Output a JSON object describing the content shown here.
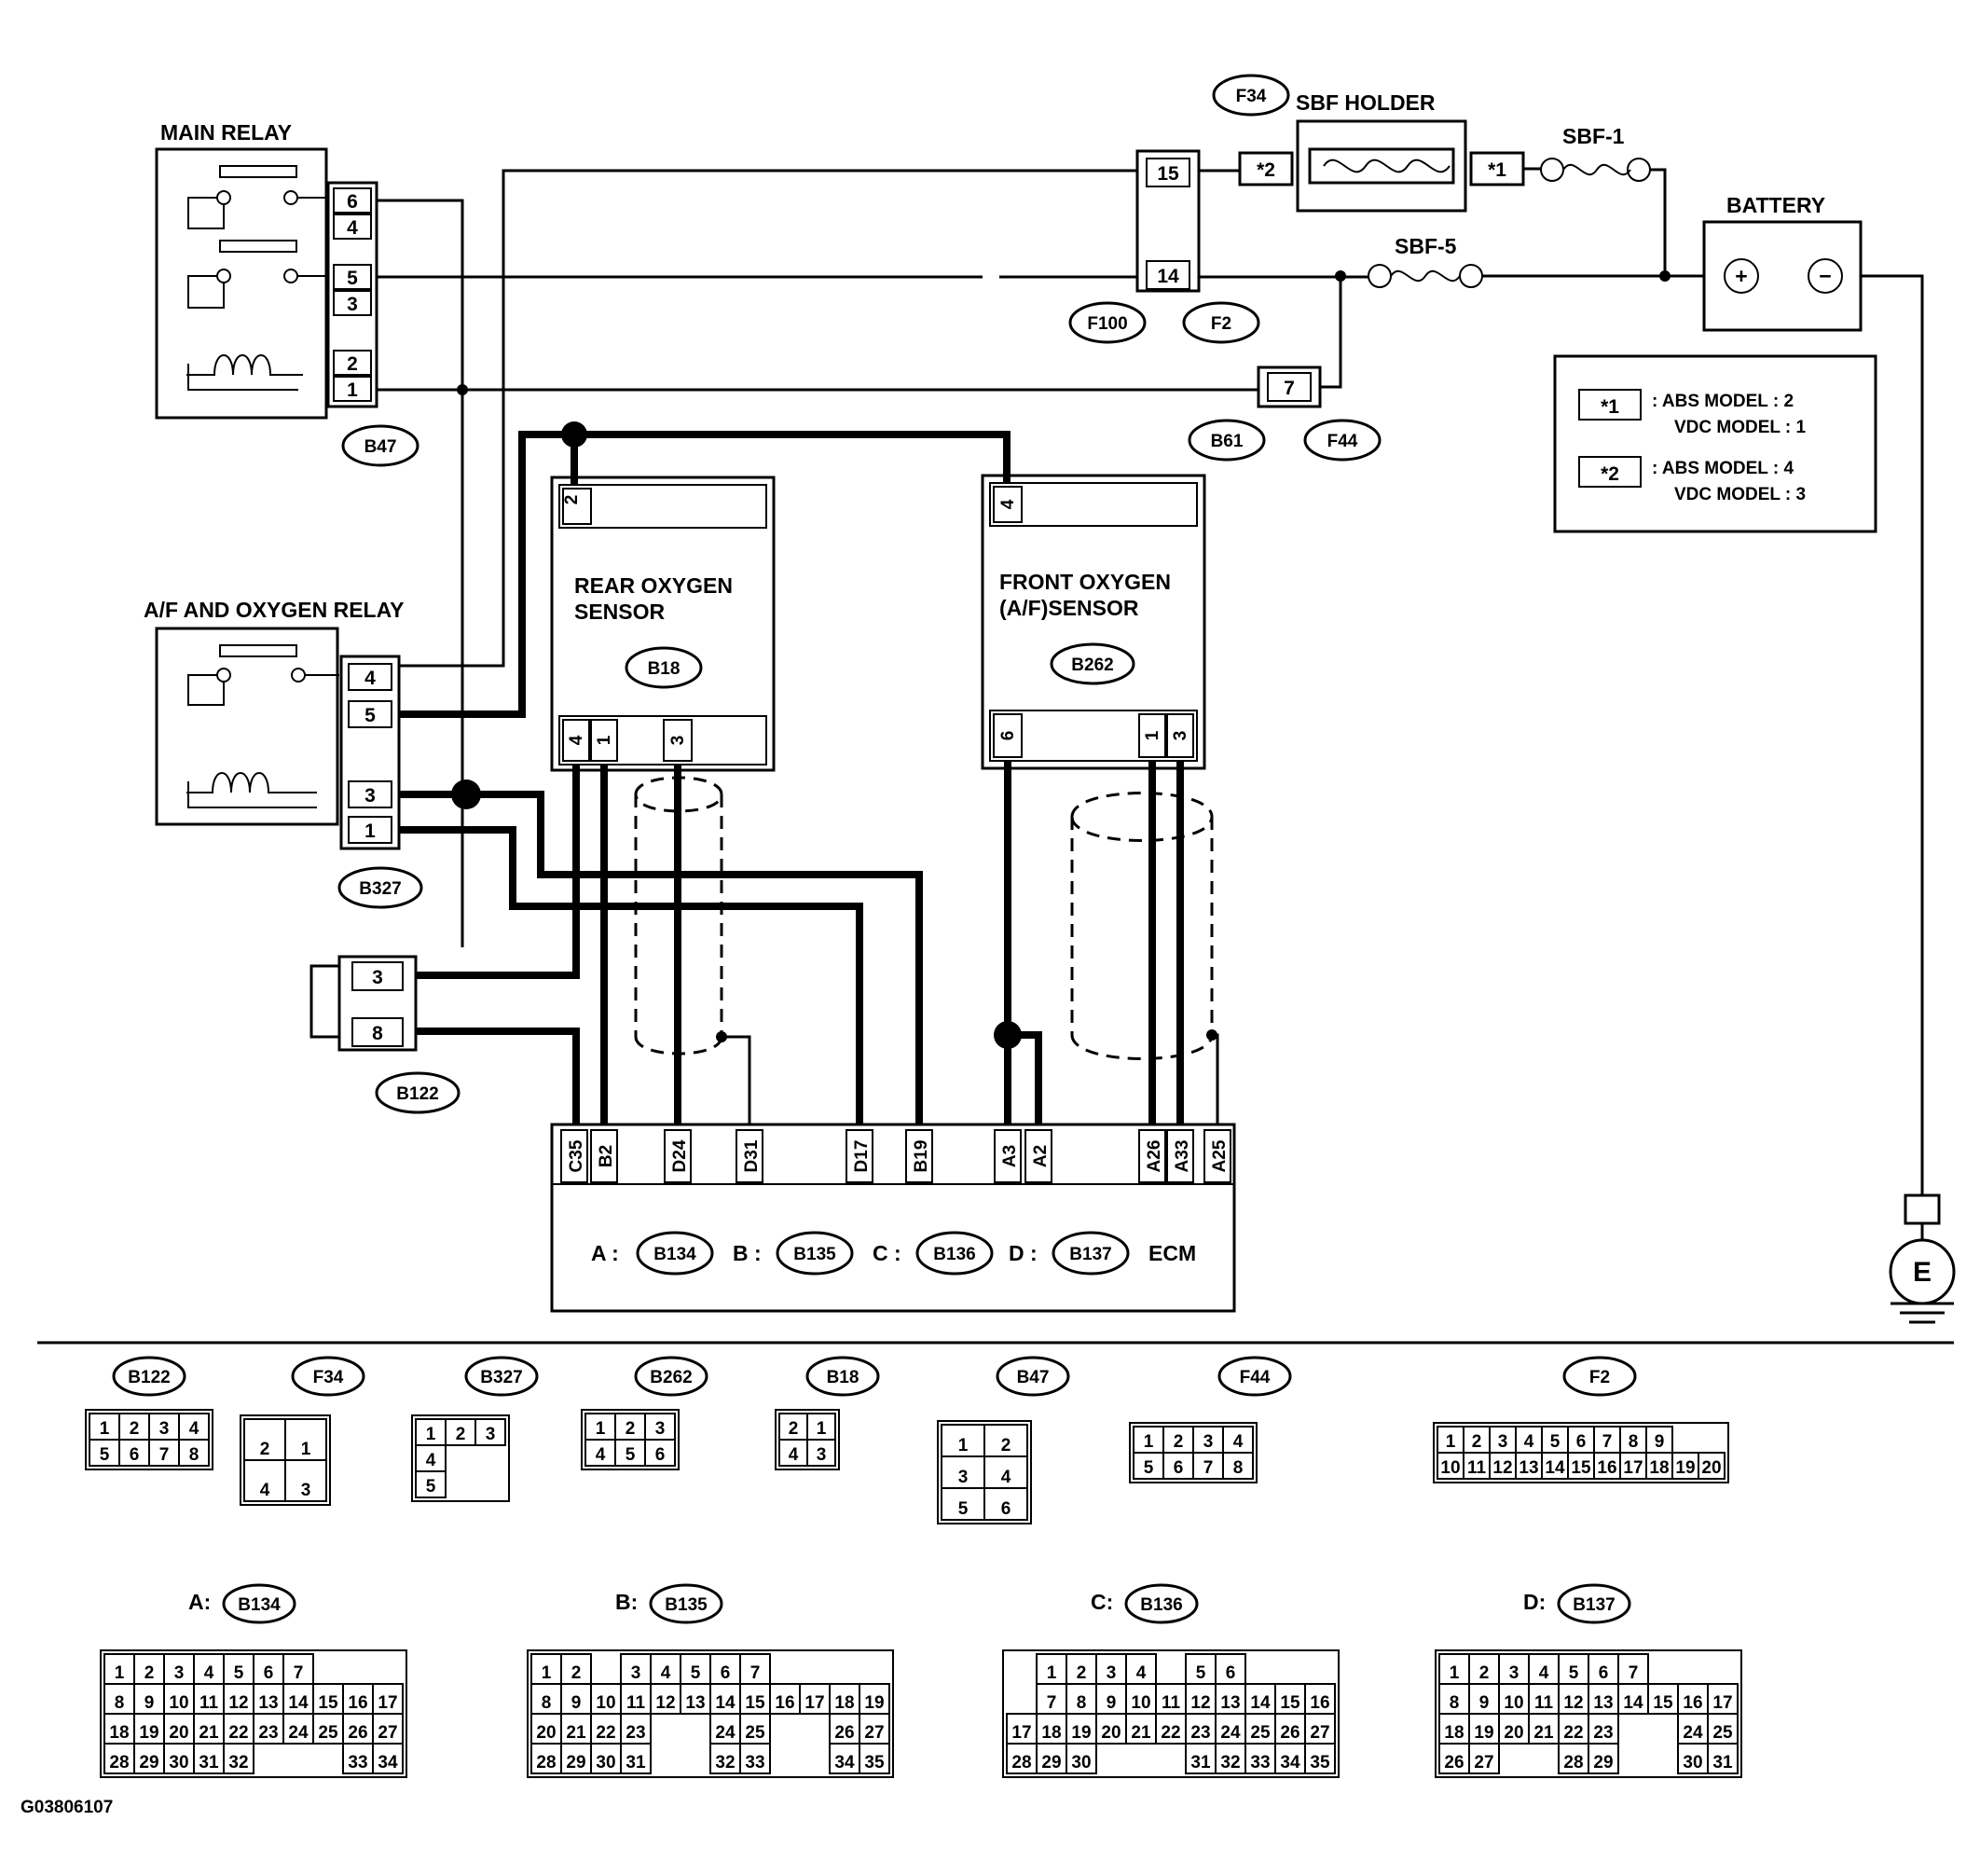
{
  "labels": {
    "main_relay": "MAIN RELAY",
    "af_oxygen_relay": "A/F AND OXYGEN RELAY",
    "sbf_holder": "SBF HOLDER",
    "sbf1": "SBF-1",
    "sbf5": "SBF-5",
    "battery": "BATTERY",
    "rear_o2_l1": "REAR OXYGEN",
    "rear_o2_l2": "SENSOR",
    "front_o2_l1": "FRONT OXYGEN",
    "front_o2_l2": "(A/F)SENSOR",
    "ecm": "ECM",
    "ground": "E",
    "plus": "+",
    "minus": "−",
    "image_code": "G03806107"
  },
  "legend": {
    "star1": "*1",
    "star1_line1": ": ABS MODEL : 2",
    "star1_line2": "VDC MODEL : 1",
    "star2": "*2",
    "star2_line1": ": ABS MODEL : 4",
    "star2_line2": "VDC MODEL : 3"
  },
  "connectors": {
    "B47": "B47",
    "B327": "B327",
    "B122": "B122",
    "B18": "B18",
    "B262": "B262",
    "F34": "F34",
    "F100": "F100",
    "F2": "F2",
    "B61": "B61",
    "F44": "F44",
    "B134": "B134",
    "B135": "B135",
    "B136": "B136",
    "B137": "B137"
  },
  "ecm_groups": {
    "a": "A :",
    "b": "B :",
    "c": "C :",
    "d": "D :"
  },
  "ecm_pins": [
    "C35",
    "B2",
    "D24",
    "D31",
    "D17",
    "B19",
    "A3",
    "A2",
    "A26",
    "A33",
    "A25"
  ],
  "pins": {
    "main_relay": [
      "6",
      "4",
      "5",
      "3",
      "2",
      "1"
    ],
    "af_relay": [
      "4",
      "5",
      "3",
      "1"
    ],
    "b122": [
      "3",
      "8"
    ],
    "fuse_holder": [
      "15",
      "14"
    ],
    "b61": "7",
    "sbf_holder_left": "*2",
    "sbf_holder_right": "*1",
    "rear_top": "2",
    "rear_bottom": [
      "4",
      "1",
      "3"
    ],
    "front_top": "4",
    "front_bottom": [
      "6",
      "1",
      "3"
    ]
  },
  "faces": {
    "B122": {
      "title": "B122",
      "rows": [
        [
          "1",
          "2",
          "3",
          "4"
        ],
        [
          "5",
          "6",
          "7",
          "8"
        ]
      ]
    },
    "F34": {
      "title": "F34",
      "rows": [
        [
          "2",
          "1"
        ],
        [
          "4",
          "3"
        ]
      ]
    },
    "B327": {
      "title": "B327",
      "rows": [
        [
          "1",
          "2",
          "3"
        ],
        [
          "4"
        ],
        [
          "5"
        ]
      ]
    },
    "B262": {
      "title": "B262",
      "rows": [
        [
          "1",
          "2",
          "3"
        ],
        [
          "4",
          "5",
          "6"
        ]
      ]
    },
    "B18": {
      "title": "B18",
      "rows": [
        [
          "2",
          "1"
        ],
        [
          "4",
          "3"
        ]
      ]
    },
    "B47": {
      "title": "B47",
      "rows": [
        [
          "1",
          "2"
        ],
        [
          "3",
          "4"
        ],
        [
          "5",
          "6"
        ]
      ]
    },
    "F44": {
      "title": "F44",
      "rows": [
        [
          "1",
          "2",
          "3",
          "4"
        ],
        [
          "5",
          "6",
          "7",
          "8"
        ]
      ]
    },
    "F2": {
      "title": "F2",
      "rows": [
        [
          "1",
          "2",
          "3",
          "4",
          "5",
          "6",
          "7",
          "8",
          "9"
        ],
        [
          "10",
          "11",
          "12",
          "13",
          "14",
          "15",
          "16",
          "17",
          "18",
          "19",
          "20"
        ]
      ]
    }
  },
  "ecm_faces": {
    "A": {
      "prefix": "A:",
      "title": "B134",
      "rows": [
        [
          "1",
          "2",
          "3",
          "4",
          "5",
          "6",
          "7"
        ],
        [
          "8",
          "9",
          "10",
          "11",
          "12",
          "13",
          "14",
          "15",
          "16",
          "17"
        ],
        [
          "18",
          "19",
          "20",
          "21",
          "22",
          "23",
          "24",
          "25",
          "26",
          "27"
        ],
        [
          "28",
          "29",
          "30",
          "31",
          "32",
          "",
          "",
          "",
          "33",
          "34"
        ]
      ]
    },
    "B": {
      "prefix": "B:",
      "title": "B135",
      "rows": [
        [
          "1",
          "2",
          "",
          "3",
          "4",
          "5",
          "6",
          "7"
        ],
        [
          "8",
          "9",
          "10",
          "11",
          "12",
          "13",
          "14",
          "15",
          "16",
          "17",
          "18",
          "19"
        ],
        [
          "20",
          "21",
          "22",
          "23",
          "",
          "",
          "24",
          "25",
          "",
          "",
          "26",
          "27"
        ],
        [
          "28",
          "29",
          "30",
          "31",
          "",
          "",
          "32",
          "33",
          "",
          "",
          "34",
          "35"
        ]
      ]
    },
    "C": {
      "prefix": "C:",
      "title": "B136",
      "rows": [
        [
          "",
          "1",
          "2",
          "3",
          "4",
          "",
          "5",
          "6"
        ],
        [
          "",
          "7",
          "8",
          "9",
          "10",
          "11",
          "12",
          "13",
          "14",
          "15",
          "16"
        ],
        [
          "17",
          "18",
          "19",
          "20",
          "21",
          "22",
          "23",
          "24",
          "25",
          "26",
          "27"
        ],
        [
          "28",
          "29",
          "30",
          "",
          "",
          "",
          "31",
          "32",
          "33",
          "34",
          "35"
        ]
      ]
    },
    "D": {
      "prefix": "D:",
      "title": "B137",
      "rows": [
        [
          "1",
          "2",
          "3",
          "4",
          "5",
          "6",
          "7"
        ],
        [
          "8",
          "9",
          "10",
          "11",
          "12",
          "13",
          "14",
          "15",
          "16",
          "17"
        ],
        [
          "18",
          "19",
          "20",
          "21",
          "22",
          "23",
          "",
          "",
          "24",
          "25"
        ],
        [
          "26",
          "27",
          "",
          "",
          "28",
          "29",
          "",
          "",
          "30",
          "31"
        ]
      ]
    }
  }
}
